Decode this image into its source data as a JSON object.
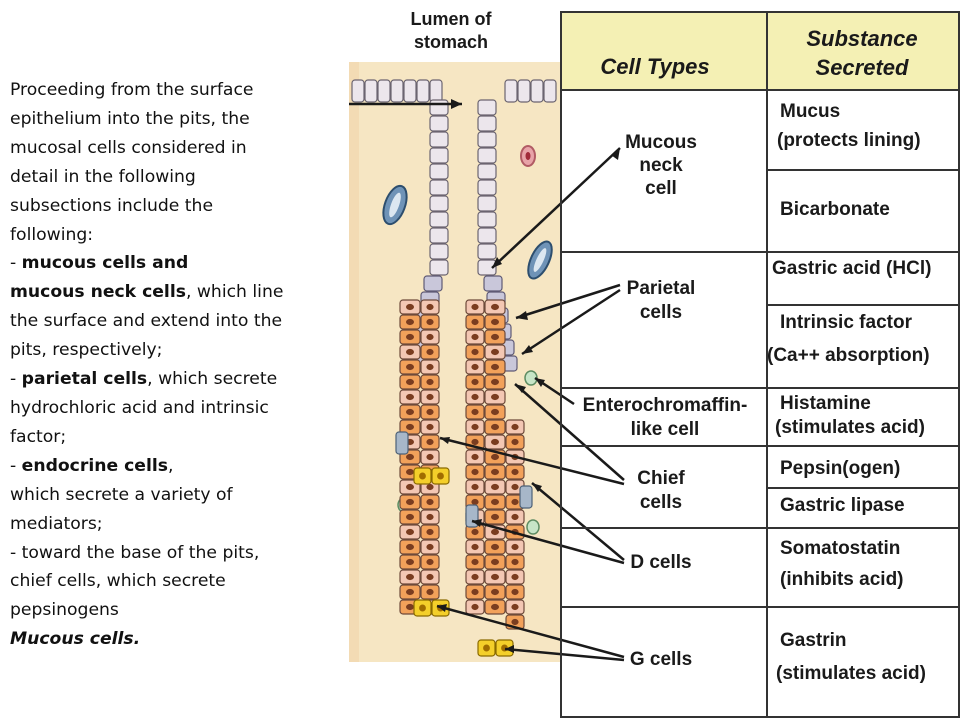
{
  "lumen_label": [
    "Lumen of",
    "stomach"
  ],
  "table": {
    "header_cell_types": "Cell Types",
    "header_substance": [
      "Substance",
      "Secreted"
    ],
    "cell_types": [
      {
        "key": "mucous",
        "lines": [
          "Mucous",
          "neck",
          "cell"
        ]
      },
      {
        "key": "parietal",
        "lines": [
          "Parietal",
          "cells"
        ]
      },
      {
        "key": "ecl",
        "lines": [
          "Enterochromaffin-",
          "like cell"
        ]
      },
      {
        "key": "chief",
        "lines": [
          "Chief",
          "cells"
        ]
      },
      {
        "key": "d",
        "lines": [
          "D cells"
        ]
      },
      {
        "key": "g",
        "lines": [
          "G cells"
        ]
      }
    ],
    "substances": [
      {
        "lines": [
          "Mucus",
          "(protects lining)"
        ]
      },
      {
        "lines": [
          "Bicarbonate"
        ]
      },
      {
        "lines": [
          "Gastric acid (HCl)"
        ]
      },
      {
        "lines": [
          "Intrinsic factor",
          "(Ca++ absorption)"
        ]
      },
      {
        "lines": [
          "Histamine",
          "(stimulates acid)"
        ]
      },
      {
        "lines": [
          "Pepsin(ogen)"
        ]
      },
      {
        "lines": [
          "Gastric lipase"
        ]
      },
      {
        "lines": [
          "Somatostatin",
          "(inhibits acid)"
        ]
      },
      {
        "lines": [
          "Gastrin",
          "(stimulates acid)"
        ]
      }
    ]
  },
  "text": {
    "l1": "Proceeding from the surface",
    "l2": "epithelium into the pits, the",
    "l3": "mucosal cells considered in",
    "l4": "detail in the following",
    "l5": "subsections include the",
    "l6": "following:",
    "l7_pre": "- ",
    "l7_b": "mucous cells and",
    "l8_b": "mucous neck cells",
    "l8_post": ", which line",
    "l9": "the surface and extend into the",
    "l10": "pits, respectively;",
    "l11_pre": "- ",
    "l11_b": "parietal cells",
    "l11_post": ", which secrete",
    "l12": "hydrochloric acid and intrinsic",
    "l13": "factor;",
    "l14_pre": "- ",
    "l14_b": "endocrine cells",
    "l14_post": ",",
    "l15": "which secrete a variety of",
    "l16": "mediators;",
    "l17": "- toward the base of the pits,",
    "l18": "chief cells, which secrete",
    "l19": "pepsinogens",
    "l20_i": "Mucous cells."
  },
  "colors": {
    "tissue": "#f6e6c3",
    "header_fill": "#f4f0b4",
    "cell_surface": "#ece6ec",
    "cell_neck": "#c9c7da",
    "cell_parietal": "#f2a15a",
    "cell_chief": "#f3c7b3",
    "cell_g": "#f4cf2a",
    "cell_vessel": "#6f93b7"
  }
}
